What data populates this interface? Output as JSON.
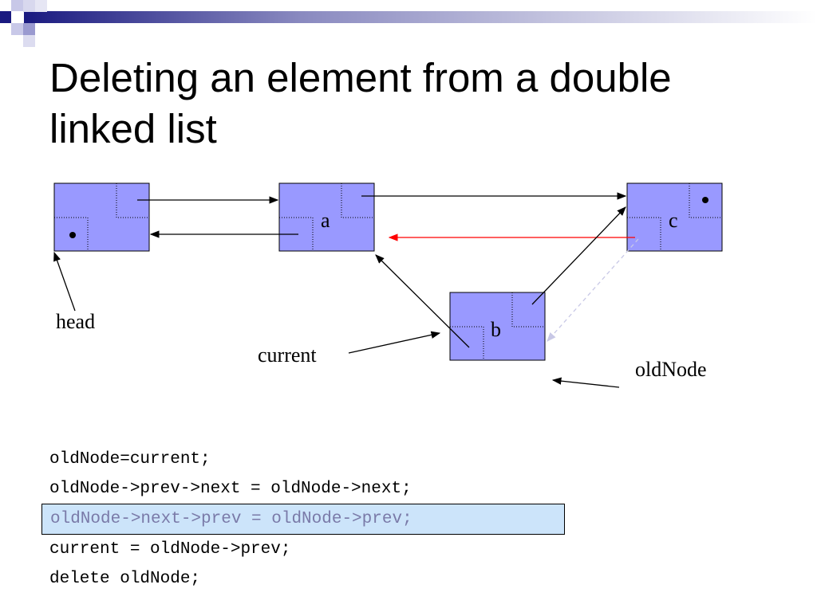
{
  "slide": {
    "title_lines": [
      "Deleting an element from a double",
      "linked list"
    ]
  },
  "diagram": {
    "nodes": [
      {
        "id": "head-node",
        "label": "",
        "has_dot": true
      },
      {
        "id": "a",
        "label": "a",
        "has_dot": false
      },
      {
        "id": "c",
        "label": "c",
        "has_dot": true
      },
      {
        "id": "b",
        "label": "b",
        "has_dot": false
      }
    ],
    "labels": {
      "head": "head",
      "current": "current",
      "oldNode": "oldNode"
    },
    "colors": {
      "node_fill": "#9999ff",
      "highlight_arrow": "#ff0000",
      "faded_arrow": "#c8c8e6"
    }
  },
  "code": {
    "lines": [
      "oldNode=current;",
      "oldNode->prev->next = oldNode->next;",
      "oldNode->next->prev = oldNode->prev;",
      "current = oldNode->prev;",
      "delete oldNode;"
    ],
    "highlighted_line": 3,
    "highlight_color": "#cce4fa"
  }
}
